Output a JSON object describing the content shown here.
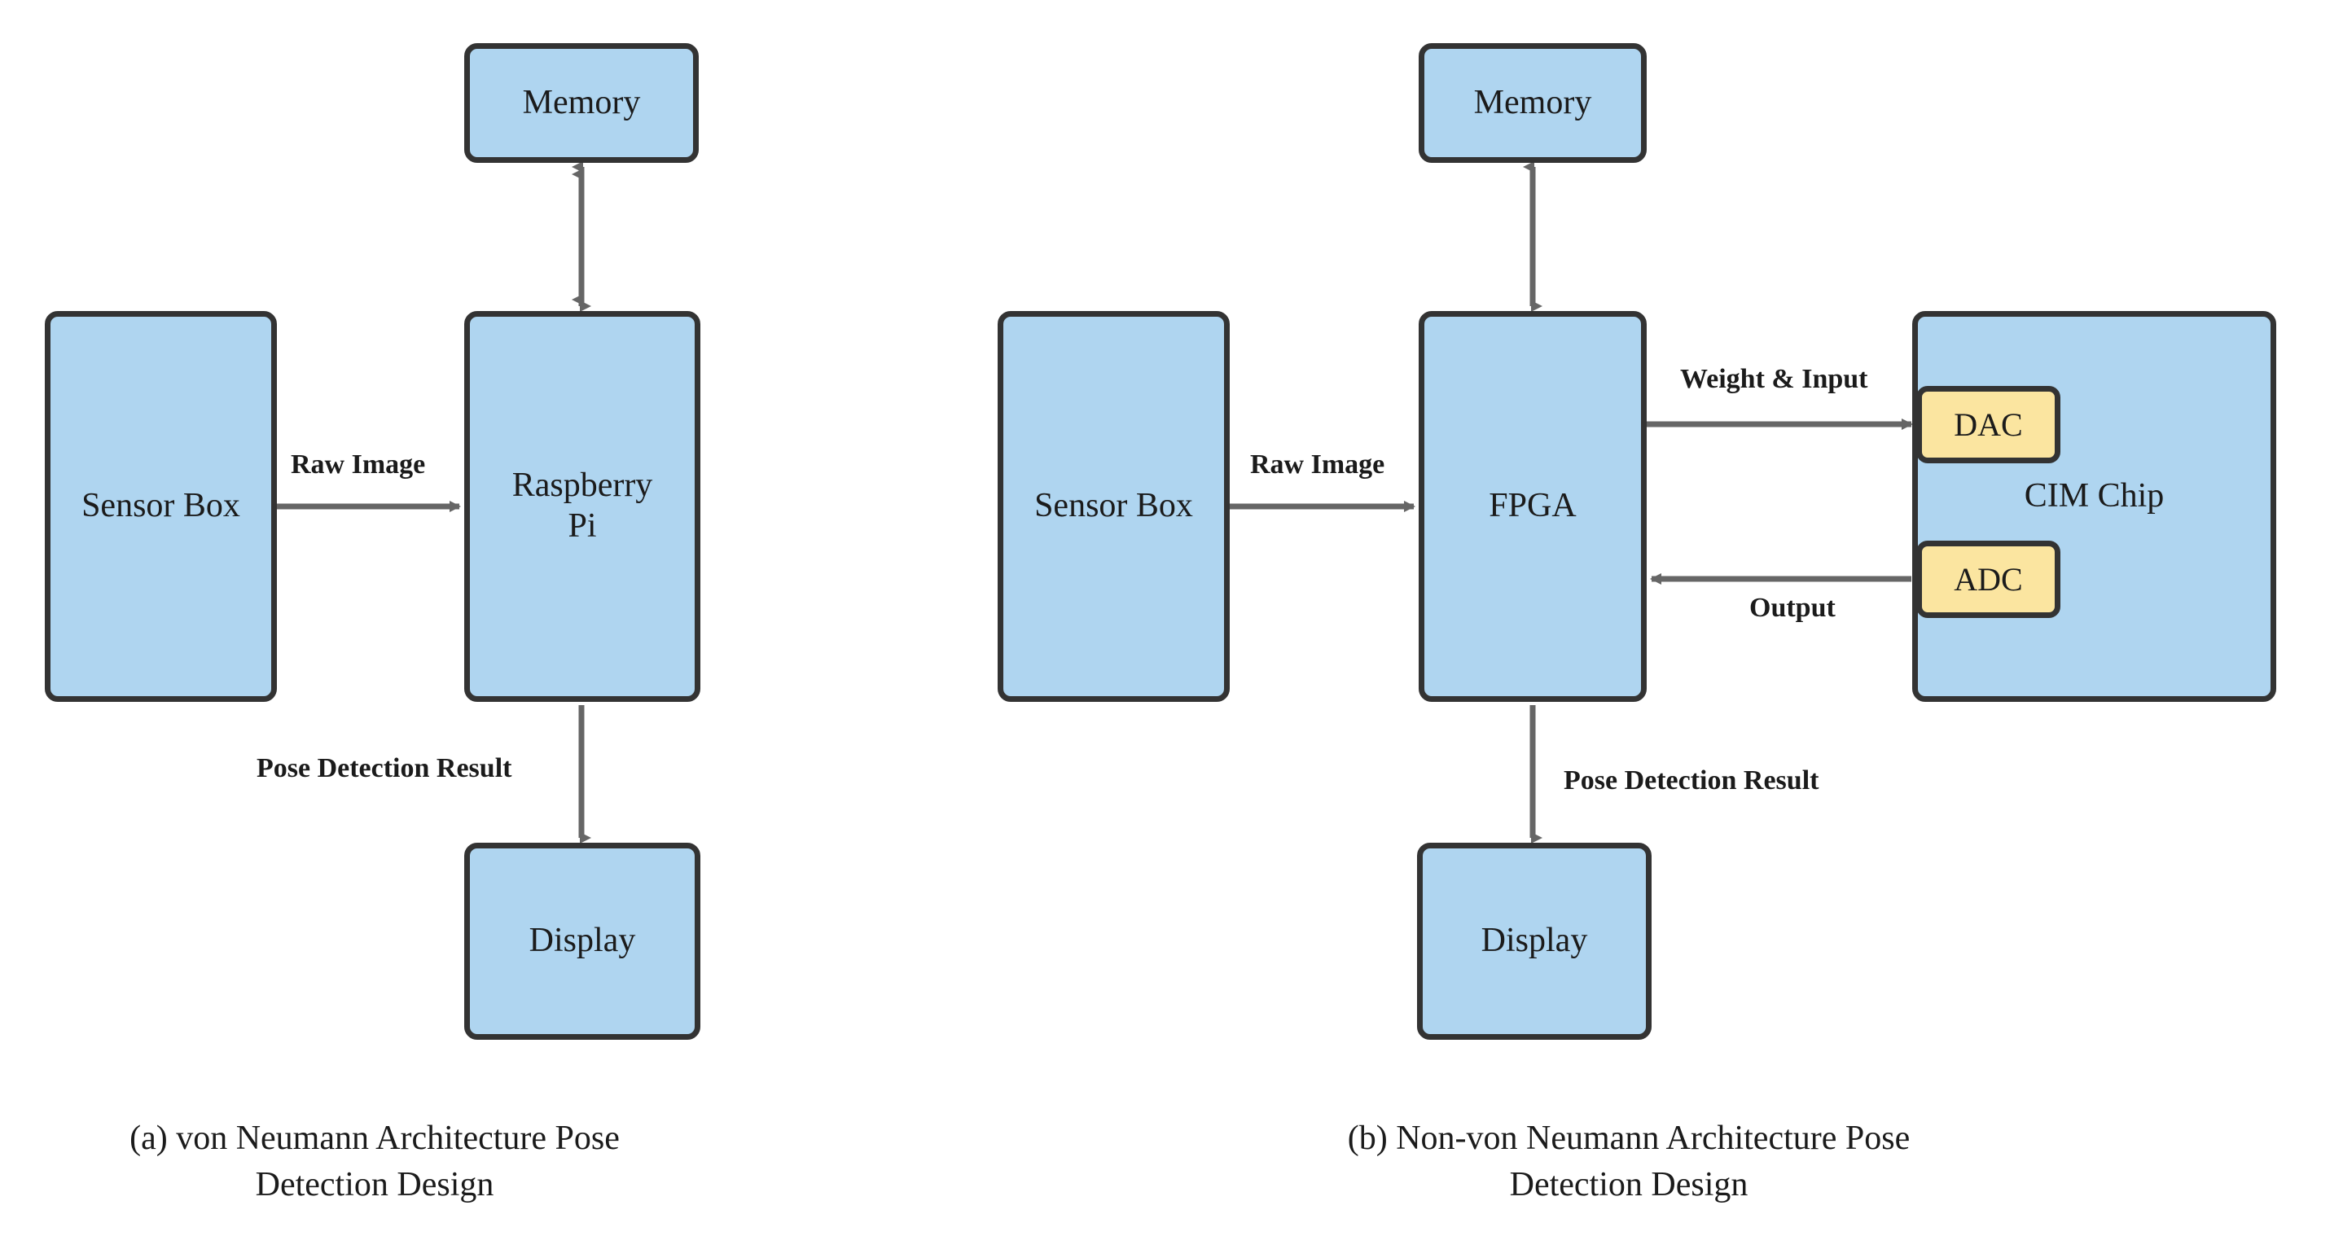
{
  "figure": {
    "title": "von Neumann vs Non-von Neumann Architecture Pose Detection Design",
    "background_color": "#ffffff"
  },
  "colors": {
    "node_fill": "#AFD5F0",
    "sub_node_fill": "#FBE5A0",
    "node_border": "#333333",
    "arrow": "#666666",
    "text": "#1b1b1b"
  },
  "panel_a": {
    "caption_line1": "(a) von Neumann Architecture Pose",
    "caption_line2": "Detection Design",
    "nodes": {
      "memory": "Memory",
      "sensor_box": "Sensor Box",
      "compute": "Raspberry Pi",
      "display": "Display"
    },
    "edges": {
      "raw_image": "Raw Image",
      "pose_detection_result": "Pose Detection Result"
    }
  },
  "panel_b": {
    "caption_line1": "(b) Non-von Neumann Architecture Pose",
    "caption_line2": "Detection Design",
    "nodes": {
      "memory": "Memory",
      "sensor_box": "Sensor Box",
      "compute": "FPGA",
      "display": "Display",
      "cim_chip": "CIM Chip",
      "dac": "DAC",
      "adc": "ADC"
    },
    "edges": {
      "raw_image": "Raw Image",
      "pose_detection_result": "Pose Detection Result",
      "weight_and_input": "Weight & Input",
      "output": "Output"
    }
  }
}
